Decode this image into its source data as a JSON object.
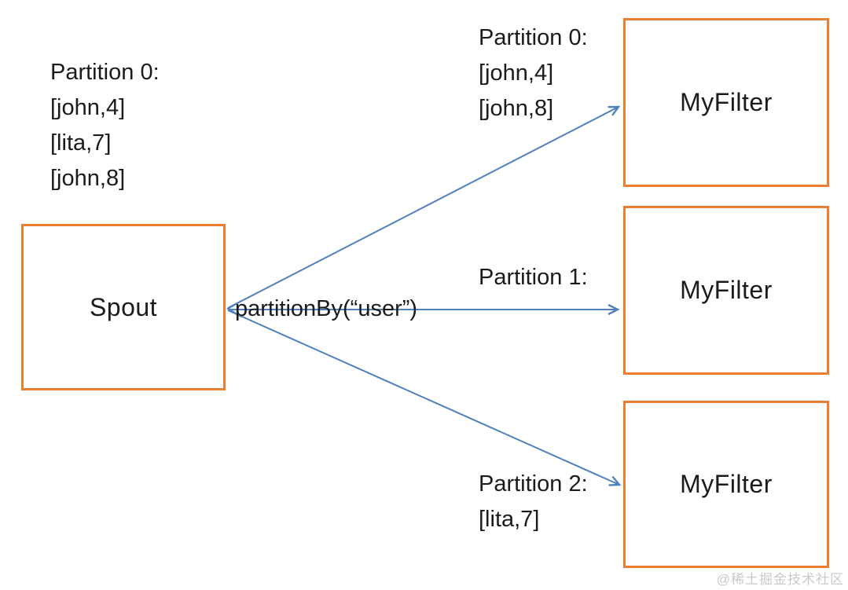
{
  "colors": {
    "box_border": "#ED7D31",
    "arrow": "#4F81BD",
    "text": "#1b1b1b",
    "watermark": "#c9c9c9"
  },
  "nodes": {
    "spout": "Spout",
    "filter_top": "MyFilter",
    "filter_middle": "MyFilter",
    "filter_bottom": "MyFilter"
  },
  "edge_label": "partitionBy(“user”)",
  "blocks": {
    "source_partition": {
      "lines": [
        "Partition 0:",
        "[john,4]",
        "[lita,7]",
        "[john,8]"
      ]
    },
    "partition0": {
      "lines": [
        "Partition 0:",
        "[john,4]",
        "[john,8]"
      ]
    },
    "partition1": {
      "lines": [
        "Partition 1:"
      ]
    },
    "partition2": {
      "lines": [
        "Partition 2:",
        "[lita,7]"
      ]
    }
  },
  "watermark": "@稀土掘金技术社区"
}
